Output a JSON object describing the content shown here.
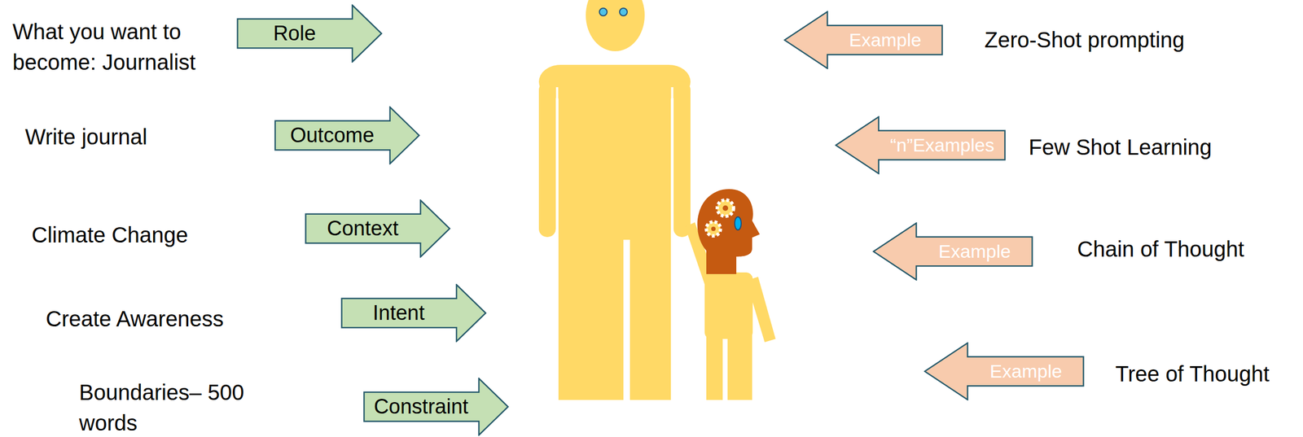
{
  "diagram": {
    "nodes": [
      {
        "text": [
          "Role"
        ]
      },
      {
        "text": [
          "Outcome"
        ]
      },
      {
        "text": [
          "Context"
        ]
      },
      {
        "text": [
          "Intent"
        ]
      },
      {
        "text": [
          "Constraint"
        ]
      },
      {
        "text": [
          "Example"
        ]
      },
      {
        "text": [
          "“n”Examples"
        ]
      },
      {
        "text": [
          "Example"
        ]
      },
      {
        "text": [
          "Example"
        ]
      }
    ],
    "labels": [
      "What you want to become: Journalist",
      "Write journal",
      "Climate Change",
      "Create Awareness",
      "Boundaries– 500 words",
      "Zero-Shot prompting",
      "Few Shot Learning",
      "Chain of Thought",
      "Tree of Thought"
    ]
  }
}
